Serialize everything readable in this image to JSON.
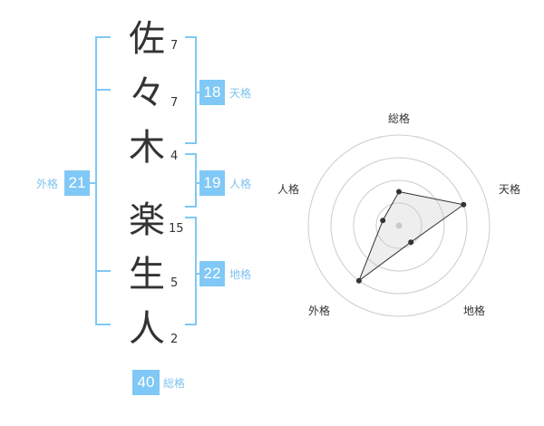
{
  "name": {
    "characters": [
      {
        "char": "佐",
        "strokes": "7"
      },
      {
        "char": "々",
        "strokes": "7"
      },
      {
        "char": "木",
        "strokes": "4"
      },
      {
        "char": "楽",
        "strokes": "15"
      },
      {
        "char": "生",
        "strokes": "5"
      },
      {
        "char": "人",
        "strokes": "2"
      }
    ]
  },
  "fortunes": {
    "tenkaku": {
      "label": "天格",
      "value": "18"
    },
    "jinkaku": {
      "label": "人格",
      "value": "19"
    },
    "chikaku": {
      "label": "地格",
      "value": "22"
    },
    "gaikaku": {
      "label": "外格",
      "value": "21"
    },
    "soukaku": {
      "label": "総格",
      "value": "40"
    }
  },
  "radar": {
    "labels": {
      "top": "総格",
      "upper_right": "天格",
      "lower_right": "地格",
      "lower_left": "外格",
      "upper_left": "人格"
    },
    "levels": {
      "soukaku": 0.5,
      "tenkaku": 1.0,
      "chikaku": 0.3,
      "gaikaku": 1.0,
      "jinkaku": 0.25
    }
  },
  "colors": {
    "accent": "#80c8f5",
    "bracket": "#80c8f5",
    "text": "#333333"
  }
}
